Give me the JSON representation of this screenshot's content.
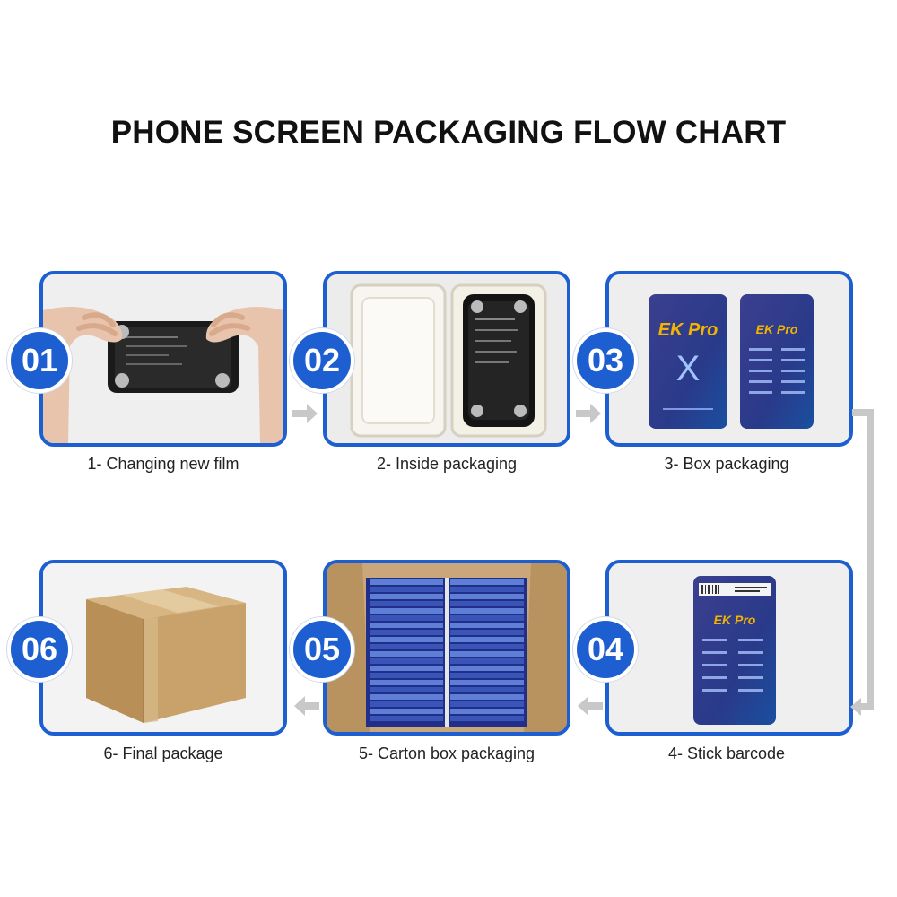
{
  "title": "PHONE SCREEN PACKAGING FLOW CHART",
  "steps": [
    {
      "number": "01",
      "caption": "1- Changing new film",
      "icon": "hands-peeling-film-photo"
    },
    {
      "number": "02",
      "caption": "2- Inside packaging",
      "icon": "plastic-tray-photo"
    },
    {
      "number": "03",
      "caption": "3- Box packaging",
      "icon": "retail-box-photo"
    },
    {
      "number": "04",
      "caption": "4- Stick barcode",
      "icon": "barcode-box-photo"
    },
    {
      "number": "05",
      "caption": "5- Carton box packaging",
      "icon": "carton-full-photo"
    },
    {
      "number": "06",
      "caption": "6- Final package",
      "icon": "sealed-carton-photo"
    }
  ],
  "box_text": {
    "brand": "EK Pro",
    "model": "X"
  },
  "colors": {
    "frame_blue": "#1d5fd0",
    "arrow_gray": "#c8c8c8"
  }
}
